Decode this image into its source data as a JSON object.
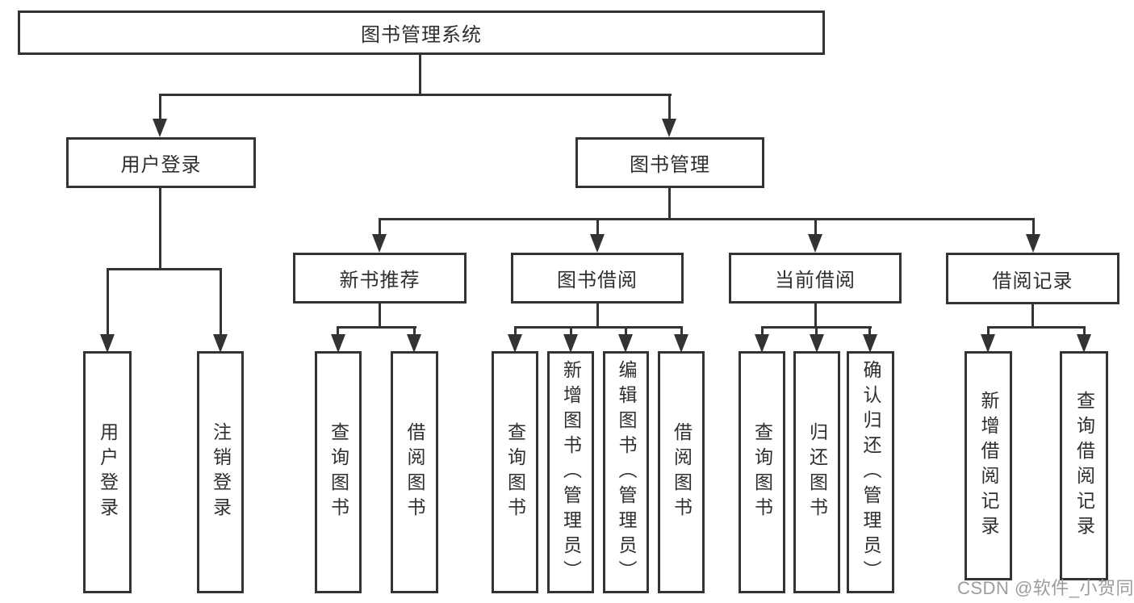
{
  "colors": {
    "line": "#333333",
    "box_border": "#333333",
    "box_background": "#ffffff",
    "text": "#2f2f2f",
    "watermark": "#9c9c9c"
  },
  "watermark": "CSDN @软件_小贺同学",
  "tree": {
    "root": "图书管理系统",
    "children": [
      {
        "label": "用户登录",
        "children": [
          {
            "label": "用户登录"
          },
          {
            "label": "注销登录"
          }
        ]
      },
      {
        "label": "图书管理",
        "children": [
          {
            "label": "新书推荐",
            "children": [
              {
                "label": "查询图书"
              },
              {
                "label": "借阅图书"
              }
            ]
          },
          {
            "label": "图书借阅",
            "children": [
              {
                "label": "查询图书"
              },
              {
                "label": "新增图书（管理员）"
              },
              {
                "label": "编辑图书（管理员）"
              },
              {
                "label": "借阅图书"
              }
            ]
          },
          {
            "label": "当前借阅",
            "children": [
              {
                "label": "查询图书"
              },
              {
                "label": "归还图书"
              },
              {
                "label": "确认归还（管理员）"
              }
            ]
          },
          {
            "label": "借阅记录",
            "children": [
              {
                "label": "新增借阅记录"
              },
              {
                "label": "查询借阅记录"
              }
            ]
          }
        ]
      }
    ]
  }
}
